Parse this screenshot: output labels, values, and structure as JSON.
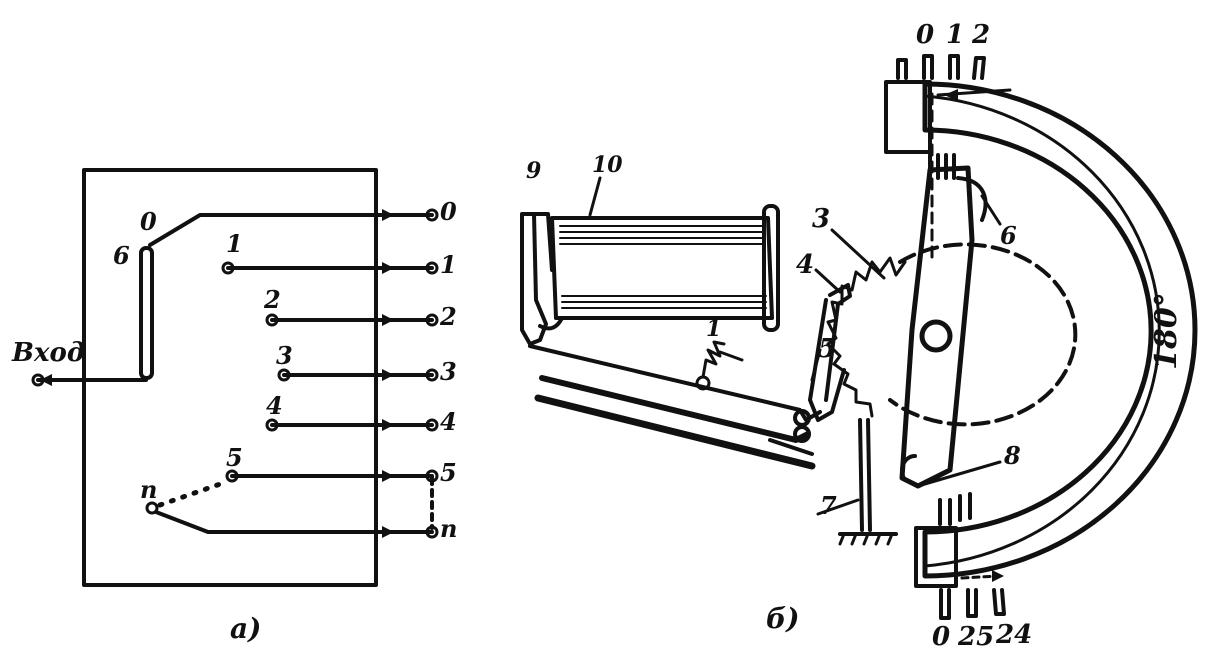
{
  "panel_a": {
    "caption": "a)",
    "input_label": "Вход",
    "bar_label": "6",
    "inner_labels": [
      "0",
      "1",
      "2",
      "3",
      "4",
      "5",
      "n"
    ],
    "output_labels": [
      "0",
      "1",
      "2",
      "3",
      "4",
      "5",
      "n"
    ]
  },
  "panel_b": {
    "caption": "б)",
    "callouts": [
      "1",
      "10",
      "3",
      "4",
      "5",
      "6",
      "7",
      "8",
      "9"
    ],
    "top_contacts": [
      "0",
      "1",
      "2"
    ],
    "bottom_contacts": [
      "0",
      "25",
      "24"
    ],
    "angle_label": "180°"
  }
}
